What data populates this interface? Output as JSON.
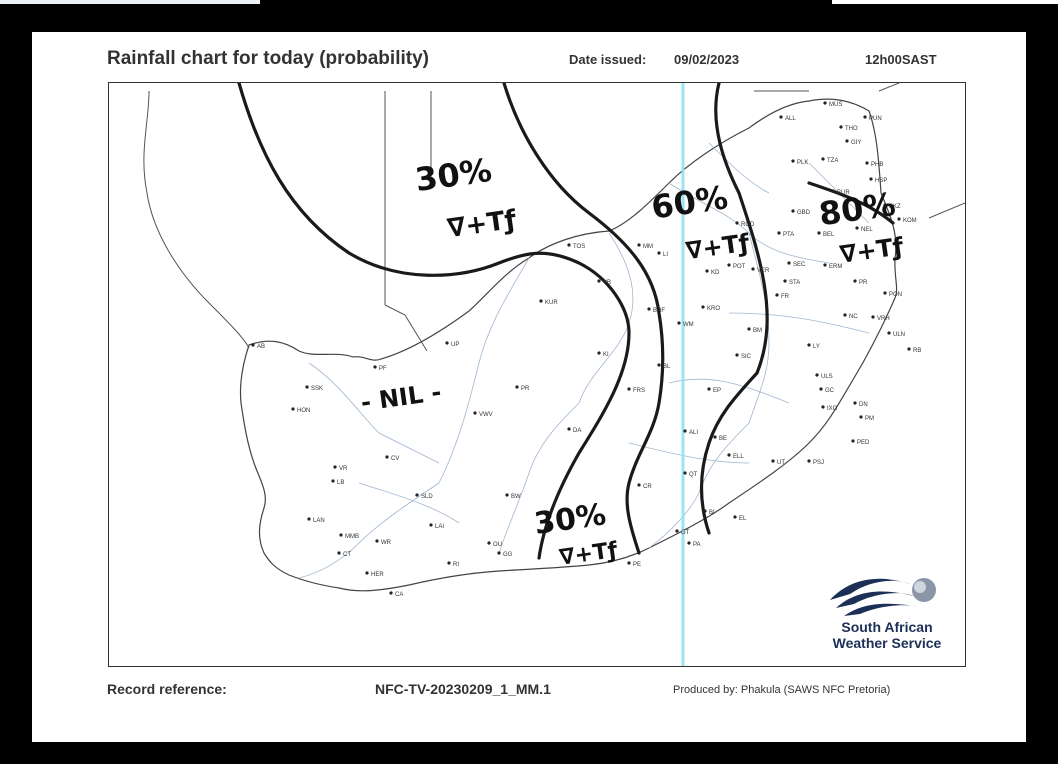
{
  "header": {
    "title": "Rainfall chart for today (probability)",
    "date_label": "Date issued:",
    "date_value": "09/02/2023",
    "issue_time": "12h00SAST"
  },
  "map": {
    "zones": [
      {
        "probability_label": "30%",
        "weather_label": "∇+Tƒ"
      },
      {
        "probability_label": "60%",
        "weather_label": "∇+Tƒ"
      },
      {
        "probability_label": "80%",
        "weather_label": "∇+Tƒ"
      },
      {
        "probability_label": "30%",
        "weather_label": "∇+Tƒ"
      }
    ],
    "nil_label": "- NIL -",
    "stations": [
      "MUS",
      "ALL",
      "THO",
      "PUN",
      "GIY",
      "PLK",
      "TZA",
      "PHB",
      "HSP",
      "BUR",
      "SKZ",
      "KOM",
      "GBD",
      "BEL",
      "NEL",
      "PTA",
      "RGD",
      "MM",
      "TOS",
      "LI",
      "KD",
      "POT",
      "VER",
      "SEC",
      "ERM",
      "STA",
      "FR",
      "PR",
      "PON",
      "KUR",
      "VB",
      "BHF",
      "KRO",
      "WM",
      "NC",
      "VRH",
      "BM",
      "ULN",
      "LY",
      "RB",
      "SIC",
      "UP",
      "AB",
      "PF",
      "SSK",
      "PR",
      "KI",
      "HON",
      "VWV",
      "FRS",
      "BL",
      "ALI",
      "EP",
      "DA",
      "CV",
      "VR",
      "LB",
      "QT",
      "ELL",
      "BE",
      "UT",
      "PSJ",
      "LAN",
      "MMB",
      "SLD",
      "BW",
      "LAI",
      "CR",
      "WR",
      "CT",
      "OU",
      "GG",
      "RI",
      "HER",
      "CA",
      "PE",
      "PA",
      "GT",
      "EL",
      "BI",
      "ULS",
      "GC",
      "PM",
      "DN",
      "IXO",
      "PED"
    ]
  },
  "logo": {
    "line1": "South African",
    "line2": "Weather Service"
  },
  "footer": {
    "record_label": "Record reference:",
    "record_value": "NFC-TV-20230209_1_MM.1",
    "producer": "Produced by: Phakula (SAWS NFC Pretoria)"
  },
  "colors": {
    "frame": "#333333",
    "border_lines": "#9fb6cf",
    "contours": "#1a1a1a",
    "logo_navy": "#1c2f57",
    "scan_line": "#8fe3f0"
  }
}
